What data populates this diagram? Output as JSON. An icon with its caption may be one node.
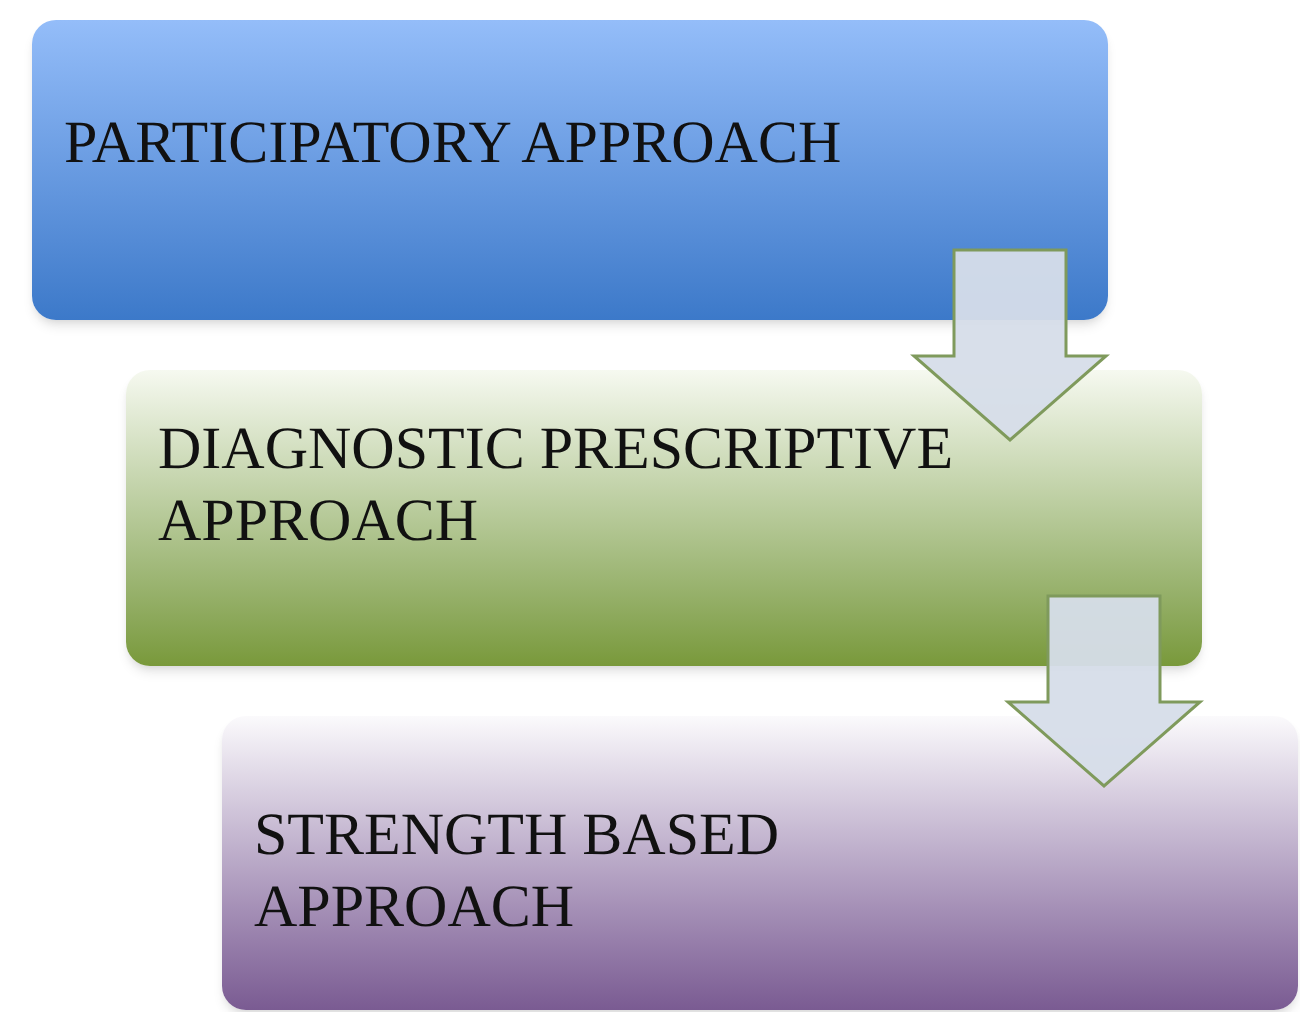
{
  "diagram": {
    "nodes": [
      {
        "text": [
          "PARTICIPATORY APPROACH"
        ]
      },
      {
        "text": [
          "DIAGNOSTIC PRESCRIPTIVE APPROACH"
        ]
      },
      {
        "text": [
          "STRENGTH BASED APPROACH"
        ]
      }
    ],
    "edges": [
      {
        "from": 0,
        "to": 1,
        "arrow": "to"
      },
      {
        "from": 1,
        "to": 2,
        "arrow": "to"
      }
    ]
  }
}
